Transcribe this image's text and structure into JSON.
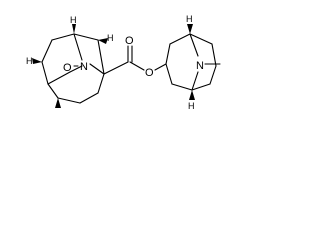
{
  "structure": {
    "atoms": {
      "n_left": "N",
      "o_left": "O",
      "h_left_top": "H",
      "h_left_mid": "H",
      "h_left_bottom": "H",
      "o_carbonyl": "O",
      "o_ester": "O",
      "n_right": "N",
      "h_right_top": "H",
      "h_right_bottom": "H"
    },
    "colors": {
      "bond": "#000000",
      "background": "#ffffff"
    }
  }
}
